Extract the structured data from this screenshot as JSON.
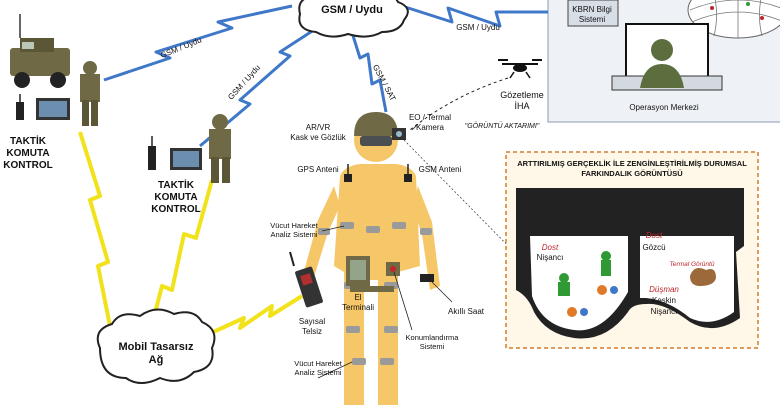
{
  "network": {
    "cloud_top": "GSM / Uydu",
    "cloud_bottom_l1": "Mobil Tasarsız",
    "cloud_bottom_l2": "Ağ",
    "link_gsm_uydu_1": "GSM / Uydu",
    "link_gsm_uydu_2": "GSM / Uydu",
    "link_gsm_uydu_3": "GSM / Uydu",
    "link_gsm_sat": "GSM / SAT"
  },
  "units": {
    "left": [
      "TAKTİK",
      "KOMUTA",
      "KONTROL"
    ],
    "center": [
      "TAKTİK",
      "KOMUTA",
      "KONTROL"
    ]
  },
  "hq": {
    "kbrn_l1": "KBRN Bilgi",
    "kbrn_l2": "Sistemi",
    "ops": "Operasyon Merkezi"
  },
  "uav": {
    "name_l1": "Gözetleme",
    "name_l2": "İHA",
    "transfer": "\"GÖRÜNTÜ AKTARIMI\""
  },
  "soldier": {
    "arvr_l1": "AR/VR",
    "arvr_l2": "Kask ve Gözlük",
    "eo_l1": "EO / Termal",
    "eo_l2": "Kamera",
    "gps": "GPS Anteni",
    "gsm": "GSM Anteni",
    "motion_upper_l1": "Vücut Hareket",
    "motion_upper_l2": "Analiz Sistemi",
    "motion_lower_l1": "Vücut Hareket",
    "motion_lower_l2": "Analiz Sistemi",
    "hand_l1": "El",
    "hand_l2": "Terminali",
    "watch": "Akıllı Saat",
    "radio_l1": "Sayısal",
    "radio_l2": "Telsiz",
    "positioning_l1": "Konumlandırma",
    "positioning_l2": "Sistemi"
  },
  "ar_view": {
    "title_l1": "ARTTIRILMIŞ GERÇEKLİK İLE ZENGİNLEŞTİRİLMİŞ DURUMSAL",
    "title_l2": "FARKINDALIK GÖRÜNTÜSÜ",
    "friendly_sniper_1": "Dost",
    "friendly_sniper_2": "Nişancı",
    "friendly_spotter_1": "Dost",
    "friendly_spotter_2": "Gözcü",
    "thermal": "Termal Görüntü",
    "enemy_1": "Düşman",
    "enemy_2": "Keskin",
    "enemy_3": "Nişancı"
  },
  "colors": {
    "link_blue": "#3f78c8",
    "link_yellow": "#f2e21b",
    "soldier_skin": "#f6c768",
    "sensor_gray": "#9a9a9a",
    "camo": "#6f6a45",
    "ar_panel": "#fff7e8",
    "hq_panel": "#eef1f5",
    "operator_green": "#5c6e3d",
    "friendly_green": "#2f9a33",
    "enemy_brown": "#9c6a3a"
  }
}
